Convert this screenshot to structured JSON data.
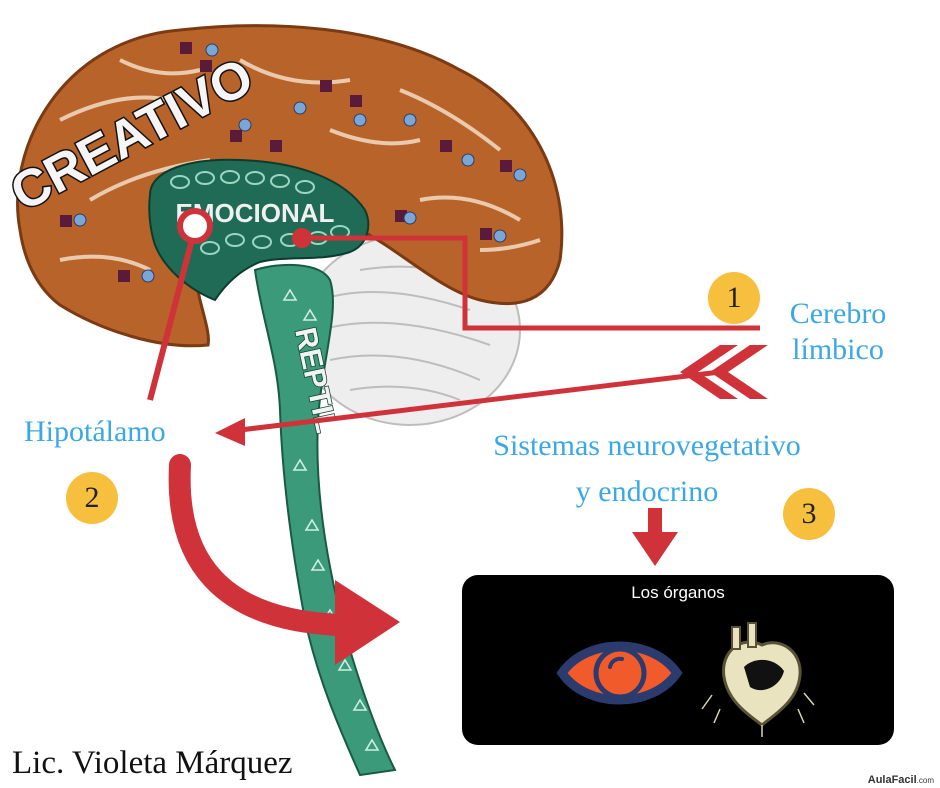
{
  "brain": {
    "creativo_label": "CREATIVO",
    "emocional_label": "EMOCIONAL",
    "reptil_label": "REPTIL"
  },
  "labels": {
    "cerebro_limbico_line1": "Cerebro",
    "cerebro_limbico_line2": "límbico",
    "hipotalamo": "Hipotálamo",
    "sistemas_line1": "Sistemas neurovegetativo",
    "sistemas_line2": "y endocrino"
  },
  "badges": {
    "one": "1",
    "two": "2",
    "three": "3"
  },
  "organs": {
    "title": "Los órganos",
    "icons": [
      "eye-icon",
      "heart-icon"
    ]
  },
  "author": "Lic. Violeta Márquez",
  "watermark": {
    "brand": "AulaFacil",
    "suffix": ".com"
  },
  "colors": {
    "arrow_red": "#d0323a",
    "label_blue": "#3aa8e6",
    "badge_yellow": "#f7bf3e",
    "cortex_brown": "#b8632a",
    "limbic_green": "#1f6b55",
    "stem_green": "#3a9a7a"
  }
}
